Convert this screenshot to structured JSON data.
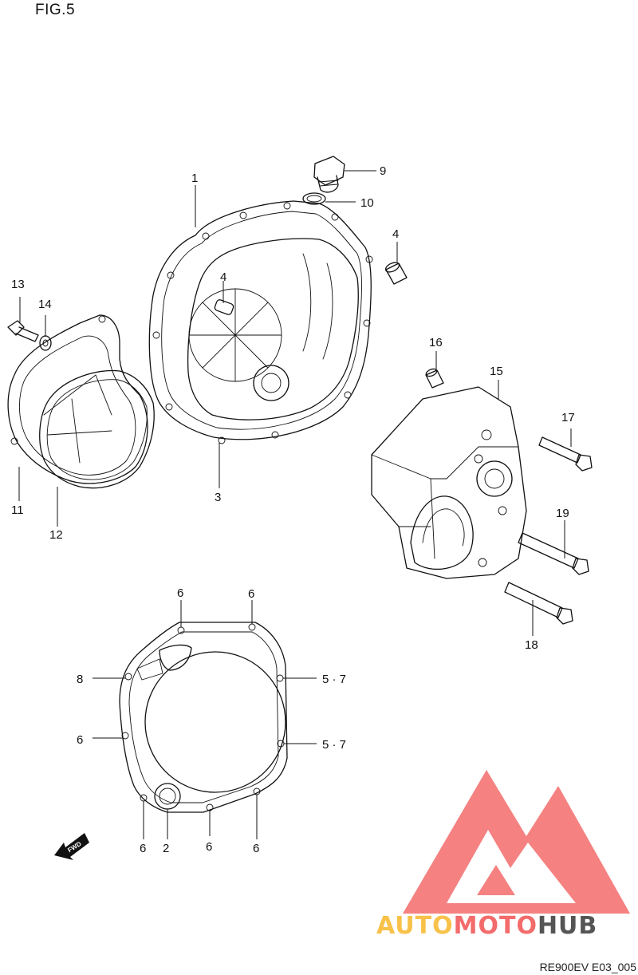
{
  "figure": {
    "title": "FIG.5",
    "code": "RE900EV E03_005"
  },
  "callouts": {
    "c1": "1",
    "c2": "2",
    "c3": "3",
    "c4a": "4",
    "c4b": "4",
    "c5a": "5 · 7",
    "c5b": "5 · 7",
    "c6a": "6",
    "c6b": "6",
    "c6c": "6",
    "c6d": "6",
    "c6e": "6",
    "c6f": "6",
    "c8": "8",
    "c9": "9",
    "c10": "10",
    "c11": "11",
    "c12": "12",
    "c13": "13",
    "c14": "14",
    "c15": "15",
    "c16": "16",
    "c17": "17",
    "c18": "18",
    "c19": "19"
  },
  "fwd_badge": "FWD",
  "watermark": {
    "part1": "AUTO",
    "part2": "MOTO",
    "part3": "HUB",
    "colors": {
      "logo": "#f36b6b",
      "auto": "#f8c24a",
      "moto": "#f36b6b",
      "hub": "#555555"
    }
  }
}
